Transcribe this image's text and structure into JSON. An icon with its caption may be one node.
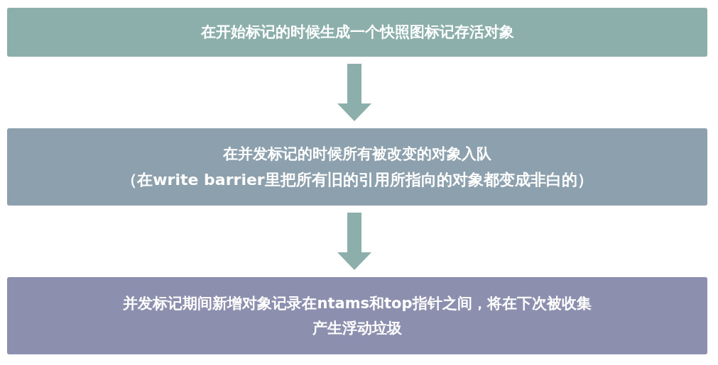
{
  "diagram": {
    "nodes": [
      {
        "text": [
          "在开始标记的时候生成一个快照图标记存活对象"
        ]
      },
      {
        "text": [
          "在并发标记的时候所有被改变的对象入队",
          "（在write barrier里把所有旧的引用所指向的对象都变成非白的）"
        ]
      },
      {
        "text": [
          "并发标记期间新增对象记录在ntams和top指针之间，将在下次被收集",
          "产生浮动垃圾"
        ]
      }
    ],
    "edges": [
      {
        "from": 0,
        "to": 1,
        "arrow": "to"
      },
      {
        "from": 1,
        "to": 2,
        "arrow": "to"
      }
    ]
  }
}
